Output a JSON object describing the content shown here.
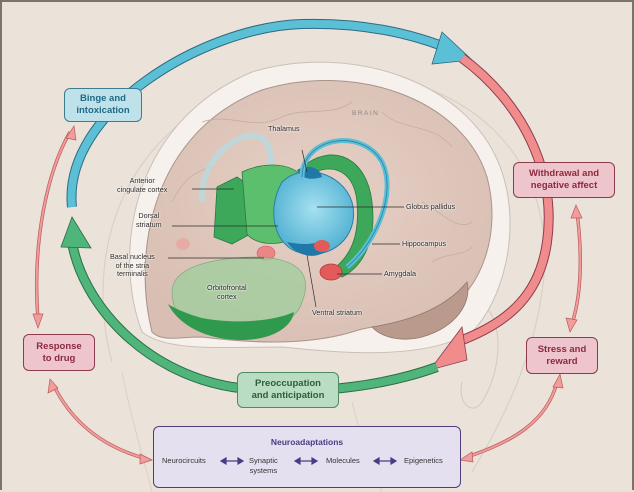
{
  "diagram": {
    "stages": {
      "binge": {
        "line1": "Binge and",
        "line2": "intoxication"
      },
      "withdrawal": {
        "line1": "Withdrawal and",
        "line2": "negative affect"
      },
      "preoccupation": {
        "line1": "Preoccupation",
        "line2": "and anticipation"
      }
    },
    "effects": {
      "response": {
        "line1": "Response",
        "line2": "to drug"
      },
      "stress": {
        "line1": "Stress and",
        "line2": "reward"
      }
    },
    "brain_label": "BRAIN",
    "regions": {
      "thalamus": "Thalamus",
      "anterior_cingulate": {
        "line1": "Anterior",
        "line2": "cingulate cortex"
      },
      "dorsal_striatum": {
        "line1": "Dorsal",
        "line2": "striatum"
      },
      "basal_nucleus": {
        "line1": "Basal nucleus",
        "line2": "of the stria",
        "line3": "terminalis"
      },
      "orbitofrontal": {
        "line1": "Orbitofrontal",
        "line2": "cortex"
      },
      "globus_pallidus": "Globus pallidus",
      "hippocampus": "Hippocampus",
      "amygdala": "Amygdala",
      "ventral_striatum": "Ventral striatum"
    },
    "neuroadaptations": {
      "title": "Neuroadaptations",
      "items": [
        {
          "line1": "Neurocircuits",
          "line2": ""
        },
        {
          "line1": "Synaptic",
          "line2": "systems"
        },
        {
          "line1": "Molecules",
          "line2": ""
        },
        {
          "line1": "Epigenetics",
          "line2": ""
        }
      ]
    },
    "colors": {
      "binge": "#5bbfd6",
      "withdrawal": "#f08c8c",
      "preoccupation": "#4fb57a",
      "neuro": "#4b3b85"
    }
  }
}
